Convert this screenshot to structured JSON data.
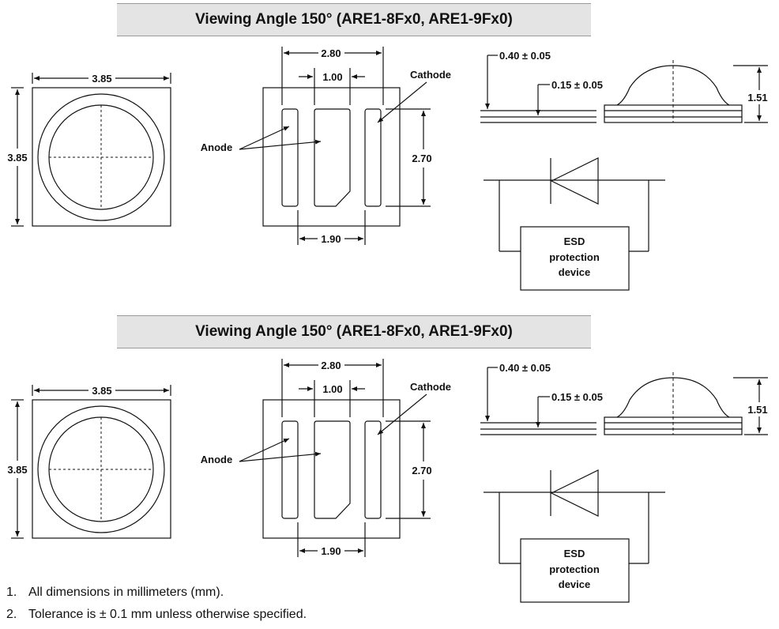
{
  "sections": [
    {
      "title": "Viewing Angle 150° (ARE1-8Fx0, ARE1-9Fx0)",
      "top_view": {
        "width": "3.85",
        "height": "3.85"
      },
      "bottom_view": {
        "width_outer": "2.80",
        "width_inner": "1.00",
        "height": "2.70",
        "bottom_width": "1.90",
        "cathode": "Cathode",
        "anode": "Anode"
      },
      "side_view": {
        "thickness1": "0.40 ± 0.05",
        "thickness2": "0.15 ± 0.05",
        "height": "1.51"
      },
      "circuit": {
        "esd_line1": "ESD",
        "esd_line2": "protection",
        "esd_line3": "device"
      }
    },
    {
      "title": "Viewing Angle 150° (ARE1-8Fx0, ARE1-9Fx0)",
      "top_view": {
        "width": "3.85",
        "height": "3.85"
      },
      "bottom_view": {
        "width_outer": "2.80",
        "width_inner": "1.00",
        "height": "2.70",
        "bottom_width": "1.90",
        "cathode": "Cathode",
        "anode": "Anode"
      },
      "side_view": {
        "thickness1": "0.40 ± 0.05",
        "thickness2": "0.15 ± 0.05",
        "height": "1.51"
      },
      "circuit": {
        "esd_line1": "ESD",
        "esd_line2": "protection",
        "esd_line3": "device"
      }
    }
  ],
  "notes": [
    {
      "num": "1.",
      "text": "All dimensions in millimeters (mm)."
    },
    {
      "num": "2.",
      "text": "Tolerance is ± 0.1 mm unless otherwise specified."
    }
  ]
}
